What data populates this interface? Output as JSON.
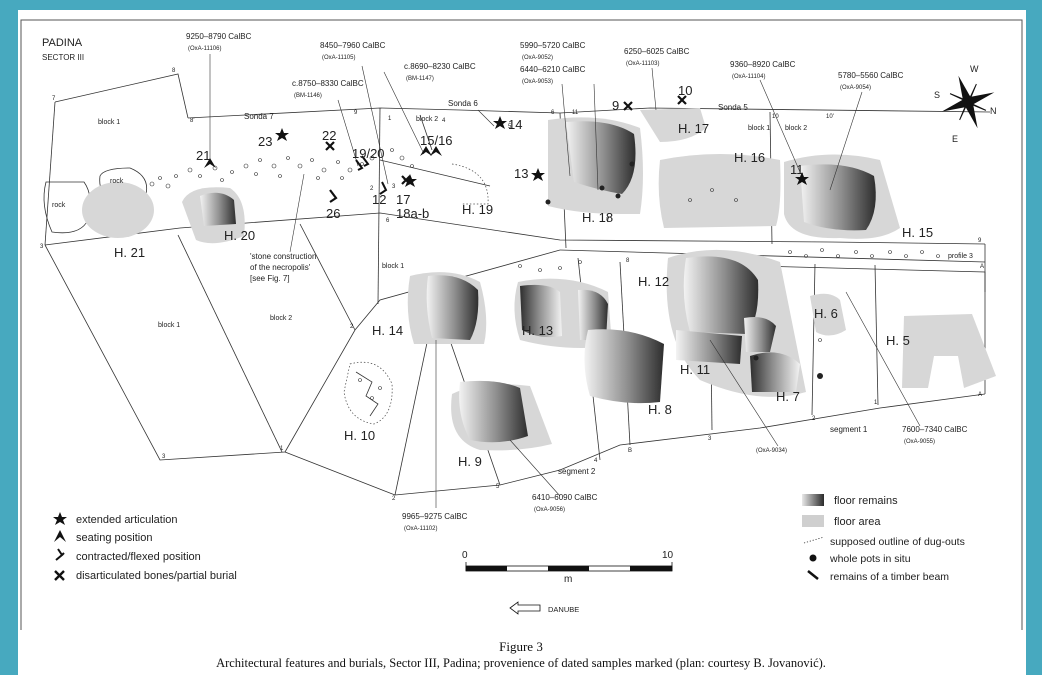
{
  "header": {
    "site": "PADINA",
    "sector": "SECTOR III"
  },
  "dates": [
    {
      "date": "9250–8790 CalBC",
      "lab": "(OxA-11106)"
    },
    {
      "date": "8450–7960 CalBC",
      "lab": "(OxA-11105)"
    },
    {
      "date": "c.8690–8230 CalBC",
      "lab": "(BM-1147)"
    },
    {
      "date": "c.8750–8330 CalBC",
      "lab": "(BM-1146)"
    },
    {
      "date": "5990–5720 CalBC",
      "lab": "(OxA-9052)"
    },
    {
      "date": "6440–6210 CalBC",
      "lab": "(OxA-9053)"
    },
    {
      "date": "6250–6025 CalBC",
      "lab": "(OxA-11103)"
    },
    {
      "date": "9360–8920 CalBC",
      "lab": "(OxA-11104)"
    },
    {
      "date": "5780–5560 CalBC",
      "lab": "(OxA-9054)"
    },
    {
      "date": "9965–9275 CalBC",
      "lab": "(OxA-11102)"
    },
    {
      "date": "6410–6090 CalBC",
      "lab": "(OxA-9056)"
    },
    {
      "date": "7600–7340 CalBC",
      "lab": "(OxA-9055)"
    },
    {
      "date": "",
      "lab": "(OxA-9034)"
    }
  ],
  "houses": [
    "H. 21",
    "H. 20",
    "H. 19",
    "H. 18",
    "H. 17",
    "H. 16",
    "H. 15",
    "H. 14",
    "H. 13",
    "H. 12",
    "H. 11",
    "H. 10",
    "H. 9",
    "H. 8",
    "H. 7",
    "H. 6",
    "H. 5"
  ],
  "burials": [
    "21",
    "23",
    "22",
    "19/20",
    "26",
    "12",
    "15/16",
    "17",
    "18a-b",
    "14",
    "13",
    "9",
    "10",
    "11"
  ],
  "area_labels": {
    "block1_a": "block 1",
    "block1_b": "block 1",
    "block1_c": "block 1",
    "block1_d": "block 1",
    "block2_a": "block 2",
    "block2_b": "block 2",
    "block2_c": "block 2",
    "sonda7": "Sonda 7",
    "sonda6": "Sonda 6",
    "sonda5": "Sonda 5",
    "rock1": "rock",
    "rock2": "rock",
    "segment1": "segment 1",
    "segment2": "segment 2",
    "profile3": "profile 3",
    "necropolis": [
      "'stone construction",
      "of the necropolis'",
      "[see Fig. 7]"
    ]
  },
  "grid_numbers": [
    "7",
    "8",
    "8'",
    "9",
    "1",
    "2",
    "3",
    "4",
    "5",
    "6",
    "10",
    "10'",
    "11",
    "1",
    "2",
    "3",
    "4",
    "5",
    "6",
    "7",
    "8",
    "9",
    "2",
    "3",
    "1",
    "2",
    "3",
    "A",
    "B",
    "A"
  ],
  "compass": {
    "n": "N",
    "s": "S",
    "e": "E",
    "w": "W"
  },
  "legend_burial": [
    {
      "icon": "star",
      "label": "extended articulation"
    },
    {
      "icon": "seated",
      "label": "seating position"
    },
    {
      "icon": "flexed",
      "label": "contracted/flexed position"
    },
    {
      "icon": "cross",
      "label": "disarticulated bones/partial burial"
    }
  ],
  "legend_features": [
    {
      "icon": "floor-remains",
      "label": "floor remains"
    },
    {
      "icon": "floor-area",
      "label": "floor area"
    },
    {
      "icon": "dotted-outline",
      "label": "supposed outline of dug-outs"
    },
    {
      "icon": "pot",
      "label": "whole pots in situ"
    },
    {
      "icon": "beam",
      "label": "remains of a timber beam"
    }
  ],
  "scale": {
    "start": "0",
    "end": "10",
    "unit": "m"
  },
  "danube": "DANUBE",
  "caption": {
    "title": "Figure 3",
    "text": "Architectural features and burials, Sector III, Padina; provenience of dated samples marked (plan: courtesy B. Jovanović)."
  }
}
